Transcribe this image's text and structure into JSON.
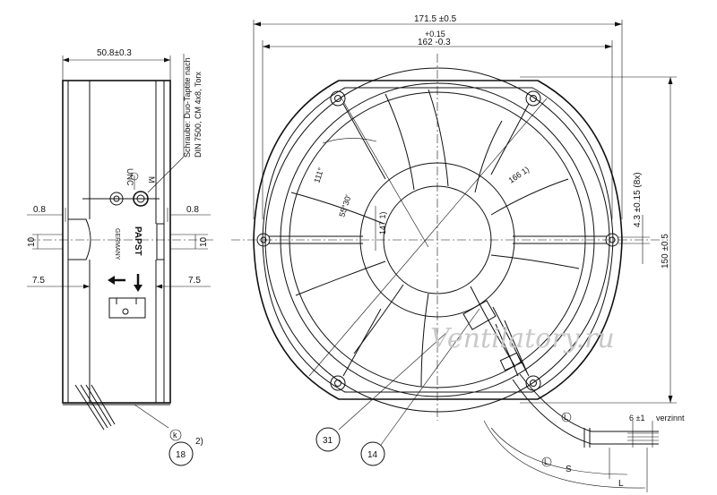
{
  "side_view": {
    "width_label": "50.8±0.3",
    "screw_note_line1": "Schraube: Duo-Taptite nach",
    "screw_note_line2": "DIN 7500, CM 4x8, Torx",
    "unc_label": "UNC",
    "m_label": "M",
    "brand_label": "PAPST",
    "country_label": "GERMANY",
    "dim_left_top": "0.8",
    "dim_right_top": "0.8",
    "dim_left_mid": "10",
    "dim_right_mid": "10",
    "dim_left_bot": "7.5",
    "dim_right_bot": "7.5",
    "k_label": "k",
    "callout_18": "18",
    "callout_note": "2)"
  },
  "front_view": {
    "outer_width": "171.5 ±0.5",
    "tol_plus": "+0.15",
    "inner_width": "162 -0.3",
    "height": "150 ±0.5",
    "hole": "4.3 ±0.15 (8x)",
    "angle_111": "111°",
    "angle_55": "55°30'",
    "dia_147": "147 1)",
    "dia_166": "166 1)",
    "callout_31": "31",
    "callout_14": "14",
    "lead_l1": "L",
    "lead_l2": "L",
    "lead_s": "S",
    "lead_l": "L",
    "strip_dim": "6 ±1",
    "strip_note": "verzinnt"
  },
  "watermark": "Ventilatory.ru"
}
